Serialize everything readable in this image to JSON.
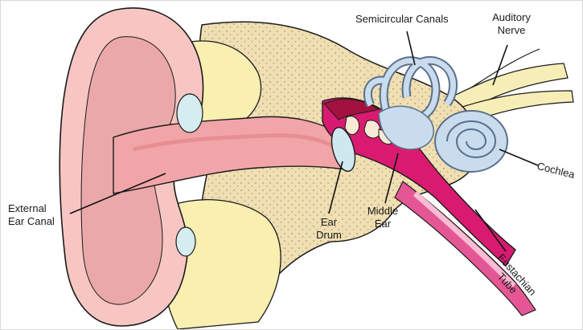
{
  "labels": {
    "semicircular_canals": "Semicircular Canals",
    "auditory_nerve": [
      "Auditory",
      "Nerve"
    ],
    "cochlea": "Cochlea",
    "external_ear_canal": [
      "External",
      "Ear Canal"
    ],
    "ear_drum": [
      "Ear",
      "Drum"
    ],
    "middle_ear": [
      "Middle",
      "Ear"
    ],
    "eustachian_tube": [
      "Eustachian",
      "Tube"
    ]
  },
  "colors": {
    "skin": "#f7c6c3",
    "skin_dark": "#e99a9c",
    "canal": "#f2a5a8",
    "bone_tan": "#efdfb4",
    "bone_dots": "#c9a56b",
    "fat_yellow": "#f8efb0",
    "middle_magenta": "#d81b70",
    "dark_red": "#a3123e",
    "inner_blue": "#c8dcee",
    "inner_outline": "#5a6f8a",
    "nerve_yellow": "#f7eeb7",
    "outline": "#1b1b1b"
  }
}
